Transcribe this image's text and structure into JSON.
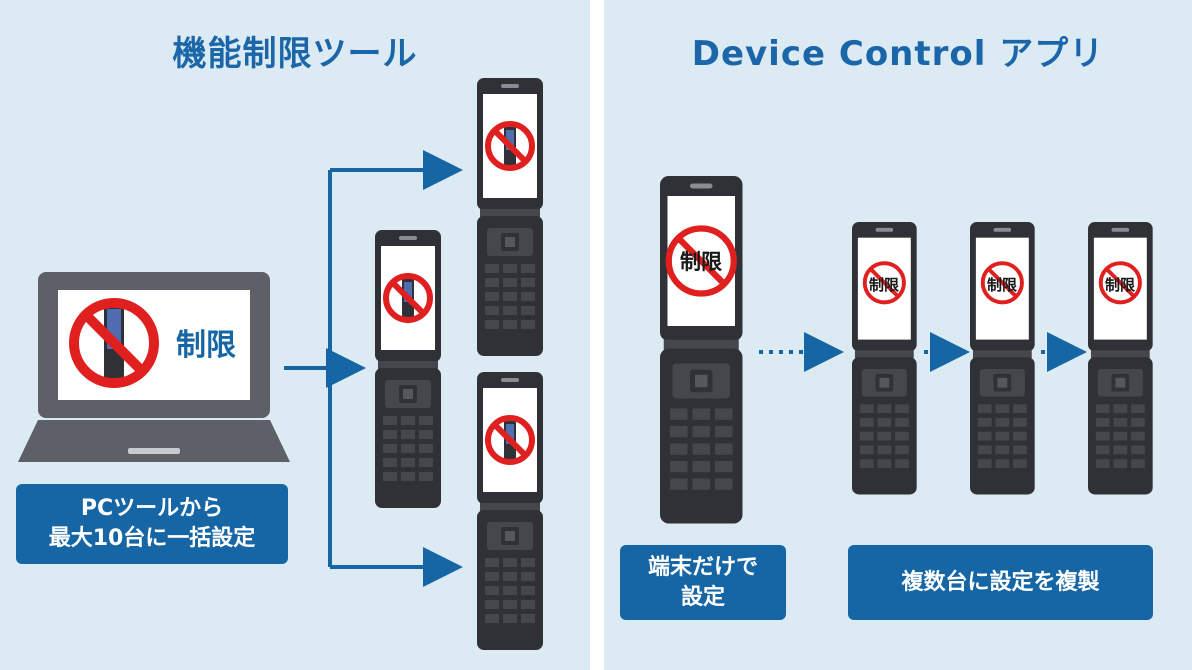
{
  "left": {
    "title": "機能制限ツール",
    "laptop_screen_text": "制限",
    "pc_label_line1": "PCツールから",
    "pc_label_line2": "最大10台に一括設定"
  },
  "right": {
    "title": "Device Control アプリ",
    "source_phone_text": "制限",
    "target_phone_text": "制限",
    "device_label_line1": "端末だけで",
    "device_label_line2": "設定",
    "copy_label": "複数台に設定を複製"
  },
  "colors": {
    "background": "#dceaf3",
    "accent": "#1666a5",
    "title": "#1b66a8",
    "prohibit_red": "#e0201f",
    "phone_body": "#2f3136",
    "laptop_body": "#5d6066"
  },
  "icons": [
    "laptop-icon",
    "flip-phone-icon",
    "prohibition-icon",
    "arrow-icon"
  ]
}
